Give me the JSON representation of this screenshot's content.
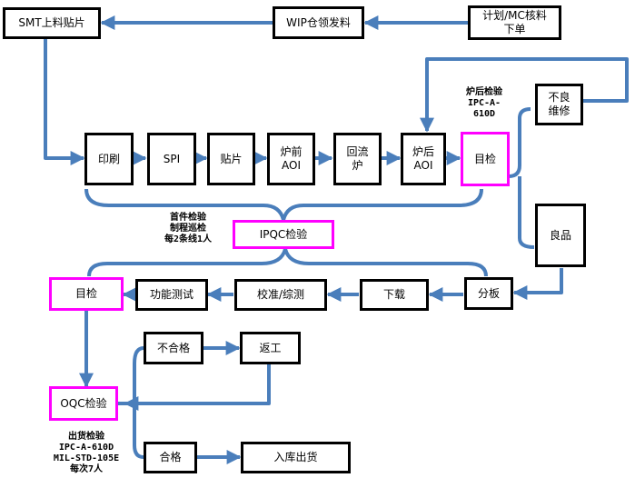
{
  "nodes": {
    "smt": "SMT上料贴片",
    "wip": "WIP仓领发料",
    "plan": "计划/MC核料\n下单",
    "print": "印刷",
    "spi": "SPI",
    "place": "贴片",
    "pre_aoi": "炉前\nAOI",
    "reflow": "回流\n炉",
    "post_aoi": "炉后\nAOI",
    "visual_1": "目检",
    "repair": "不良\n维修",
    "good": "良品",
    "ipqc": "IPQC检验",
    "split": "分板",
    "download": "下载",
    "calibrate": "校准/综测",
    "func_test": "功能测试",
    "visual_2": "目检",
    "fail": "不合格",
    "rework": "返工",
    "oqc": "OQC检验",
    "pass": "合格",
    "warehouse": "入库出货"
  },
  "notes": {
    "post_reflow": "炉后检验\nIPC-A-\n610D",
    "ipqc": "首件检验\n制程巡检\n每2条线1人",
    "shipping": "出货检验\nIPC-A-610D\nMIL-STD-105E\n每次7人"
  },
  "colors": {
    "arrow": "#4a7ebb",
    "box_border": "#000000",
    "quality_border": "#ff00ff"
  }
}
